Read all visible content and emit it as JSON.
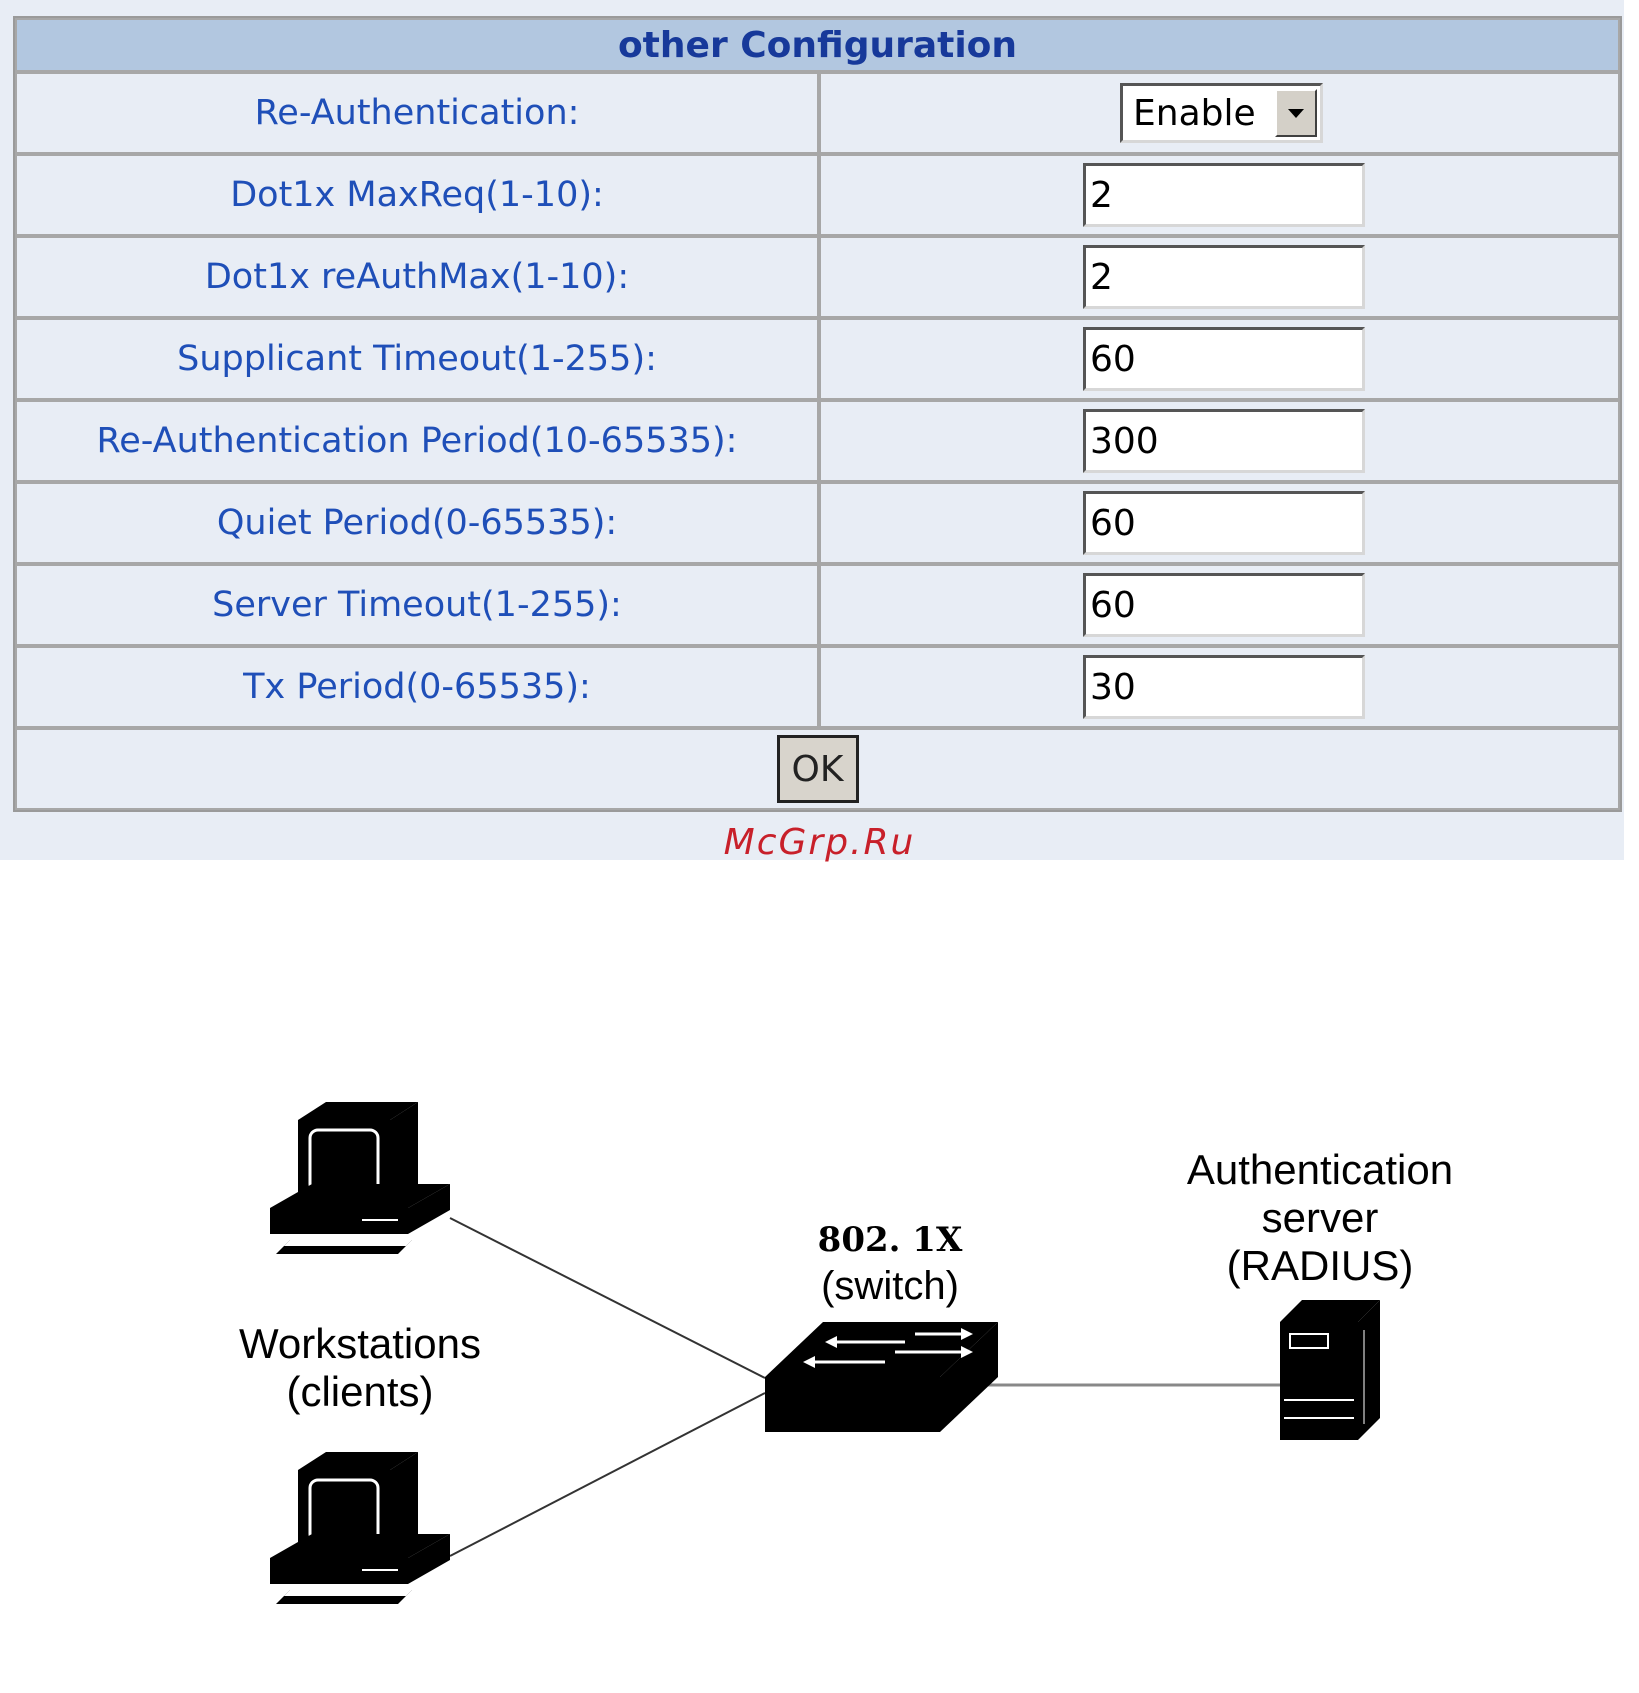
{
  "panel": {
    "title": "other Configuration",
    "rows": [
      {
        "label": "Re-Authentication:",
        "type": "select",
        "value": "Enable"
      },
      {
        "label": "Dot1x MaxReq(1-10):",
        "type": "input",
        "value": "2"
      },
      {
        "label": "Dot1x reAuthMax(1-10):",
        "type": "input",
        "value": "2"
      },
      {
        "label": "Supplicant Timeout(1-255):",
        "type": "input",
        "value": "60"
      },
      {
        "label": "Re-Authentication Period(10-65535):",
        "type": "input",
        "value": "300"
      },
      {
        "label": "Quiet Period(0-65535):",
        "type": "input",
        "value": "60"
      },
      {
        "label": "Server Timeout(1-255):",
        "type": "input",
        "value": "60"
      },
      {
        "label": "Tx Period(0-65535):",
        "type": "input",
        "value": "30"
      }
    ],
    "ok_label": "OK"
  },
  "watermark": "McGrp.Ru",
  "diagram": {
    "workstations_line1": "Workstations",
    "workstations_line2": "(clients)",
    "switch_line1": "802. 1X",
    "switch_line2": "(switch)",
    "server_line1": "Authentication",
    "server_line2": "server",
    "server_line3": "(RADIUS)"
  }
}
